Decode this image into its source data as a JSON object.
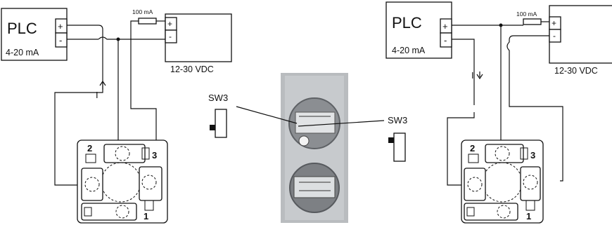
{
  "left_circuit": {
    "plc_label": "PLC",
    "plc_range": "4-20 mA",
    "plus": "+",
    "minus": "-",
    "fuse_label": "100 mA",
    "supply_label": "12-30 VDC",
    "current_label": "I",
    "terminals": [
      "1",
      "2",
      "3"
    ]
  },
  "right_circuit": {
    "plc_label": "PLC",
    "plc_range": "4-20 mA",
    "plus": "+",
    "minus": "-",
    "fuse_label": "100 mA",
    "supply_label": "12-30 VDC",
    "current_label": "I",
    "terminals": [
      "1",
      "2",
      "3"
    ]
  },
  "switch": {
    "left_label": "SW3",
    "right_label": "SW3"
  }
}
